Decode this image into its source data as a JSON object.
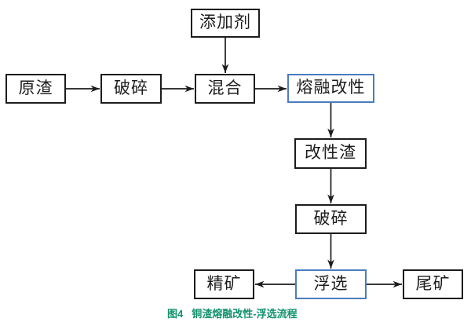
{
  "figure": {
    "caption_label": "图4",
    "caption_title": "铜渣熔融改性-浮选流程"
  },
  "nodes": {
    "tianjiaji": {
      "label": "添加剂",
      "highlight": false
    },
    "yuanzha": {
      "label": "原渣",
      "highlight": false
    },
    "posui1": {
      "label": "破碎",
      "highlight": false
    },
    "hunhe": {
      "label": "混合",
      "highlight": false
    },
    "rongronggaixing": {
      "label": "熔融改性",
      "highlight": true
    },
    "gaixingzha": {
      "label": "改性渣",
      "highlight": false
    },
    "posui2": {
      "label": "破碎",
      "highlight": false
    },
    "fuxuan": {
      "label": "浮选",
      "highlight": true
    },
    "jingkuang": {
      "label": "精矿",
      "highlight": false
    },
    "weikuang": {
      "label": "尾矿",
      "highlight": false
    }
  },
  "flow": [
    {
      "from": "原渣",
      "to": "破碎"
    },
    {
      "from": "破碎",
      "to": "混合"
    },
    {
      "from": "添加剂",
      "to": "混合"
    },
    {
      "from": "混合",
      "to": "熔融改性"
    },
    {
      "from": "熔融改性",
      "to": "改性渣"
    },
    {
      "from": "改性渣",
      "to": "破碎"
    },
    {
      "from": "破碎",
      "to": "浮选"
    },
    {
      "from": "浮选",
      "to": "精矿"
    },
    {
      "from": "浮选",
      "to": "尾矿"
    }
  ],
  "colors": {
    "box_border": "#1c1c1c",
    "highlight_border": "#4a7dbe",
    "arrow": "#1c1c1c",
    "caption": "#11926e",
    "background": "#ffffff"
  }
}
